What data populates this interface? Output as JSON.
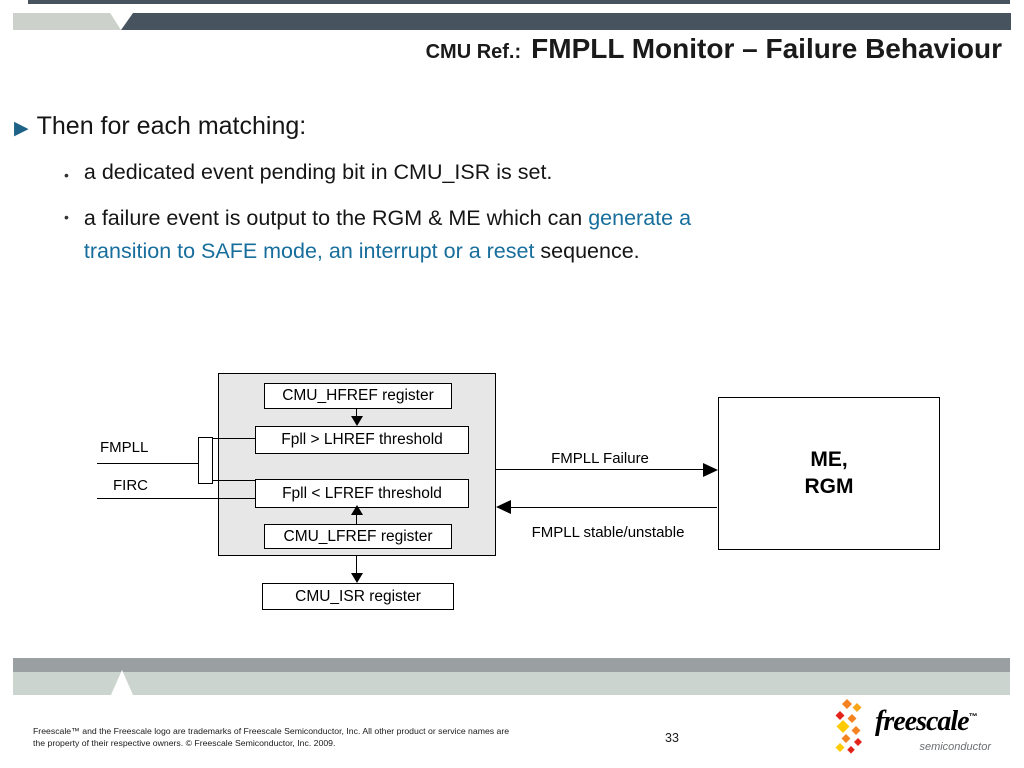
{
  "header": {
    "title_prefix": "CMU Ref.:",
    "title": "FMPLL Monitor – Failure Behaviour"
  },
  "content": {
    "bullet": "Then for each matching:",
    "sub1": "a dedicated event pending bit in CMU_ISR is set.",
    "sub2": {
      "line1_black": "a failure event is output to the RGM & ME which can",
      "line1_teal": "generate a",
      "line2_teal": "transition to SAFE mode, an interrupt or a reset",
      "line2_black": "sequence."
    }
  },
  "diagram": {
    "boxes": {
      "hfref": "CMU_HFREF register",
      "lhref": "Fpll > LHREF threshold",
      "lfref": "Fpll < LFREF threshold",
      "lfref_reg": "CMU_LFREF register",
      "isr": "CMU_ISR register",
      "me_line1": "ME,",
      "me_line2": "RGM"
    },
    "labels": {
      "input1": "FMPLL",
      "input2": "FIRC",
      "arrow_out": "FMPLL Failure",
      "arrow_in": "FMPLL stable/unstable"
    }
  },
  "footer": {
    "disclaimer1": "Freescale™ and the Freescale logo are trademarks of Freescale Semiconductor, Inc. All other product or service names are",
    "disclaimer2": "the property of their respective owners. © Freescale Semiconductor, Inc. 2009.",
    "page": "33",
    "logo": {
      "name": "freescale",
      "tm": "™",
      "tagline": "semiconductor"
    }
  },
  "colors": {
    "accent_teal": "#176e9c",
    "bullet_triangle": "#1d6387",
    "header_bar": "#47535e",
    "header_tab": "#ccd1cb",
    "footer_bar_dark": "#9aa0a1",
    "footer_bar_light": "#ccd4d0",
    "diagram_fill": "#e7e7e7",
    "logo_orange": "#f58220",
    "logo_red": "#e2231a",
    "logo_yellow": "#ffcb05"
  }
}
